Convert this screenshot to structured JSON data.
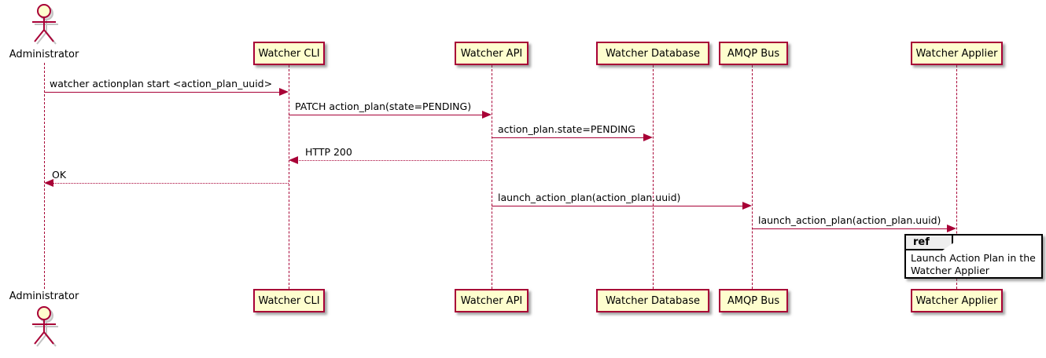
{
  "diagram": {
    "type": "sequence",
    "participants": [
      {
        "name": "Administrator",
        "kind": "actor"
      },
      {
        "name": "Watcher CLI",
        "kind": "participant"
      },
      {
        "name": "Watcher API",
        "kind": "participant"
      },
      {
        "name": "Watcher Database",
        "kind": "participant"
      },
      {
        "name": "AMQP Bus",
        "kind": "participant"
      },
      {
        "name": "Watcher Applier",
        "kind": "participant"
      }
    ],
    "messages": [
      {
        "from": "Administrator",
        "to": "Watcher CLI",
        "label": "watcher actionplan start <action_plan_uuid>",
        "line": "solid",
        "direction": "right"
      },
      {
        "from": "Watcher CLI",
        "to": "Watcher API",
        "label": "PATCH action_plan(state=PENDING)",
        "line": "solid",
        "direction": "right"
      },
      {
        "from": "Watcher API",
        "to": "Watcher Database",
        "label": "action_plan.state=PENDING",
        "line": "solid",
        "direction": "right"
      },
      {
        "from": "Watcher API",
        "to": "Watcher CLI",
        "label": "HTTP 200",
        "line": "dotted",
        "direction": "left"
      },
      {
        "from": "Watcher CLI",
        "to": "Administrator",
        "label": "OK",
        "line": "dotted",
        "direction": "left"
      },
      {
        "from": "Watcher API",
        "to": "AMQP Bus",
        "label": "launch_action_plan(action_plan.uuid)",
        "line": "solid",
        "direction": "right"
      },
      {
        "from": "AMQP Bus",
        "to": "Watcher Applier",
        "label": "launch_action_plan(action_plan.uuid)",
        "line": "solid",
        "direction": "right"
      }
    ],
    "ref_fragment": {
      "keyword": "ref",
      "over": "Watcher Applier",
      "text_line1": "Launch Action Plan in the",
      "text_line2": "Watcher Applier"
    },
    "colors": {
      "participant_fill": "#FEFECE",
      "participant_border": "#A80036",
      "lifeline": "#A80036",
      "arrow": "#A80036",
      "text": "#000000",
      "ref_border": "#000000",
      "ref_tab_fill": "#EEEEEE",
      "background": "#FFFFFF"
    }
  }
}
